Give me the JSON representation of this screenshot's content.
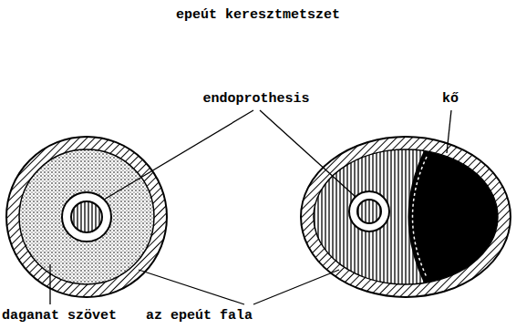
{
  "diagram": {
    "title": "epeút keresztmetszet",
    "labels": [
      "endoprothesis",
      "kő",
      "daganat szövet",
      "az epeút fala"
    ]
  }
}
